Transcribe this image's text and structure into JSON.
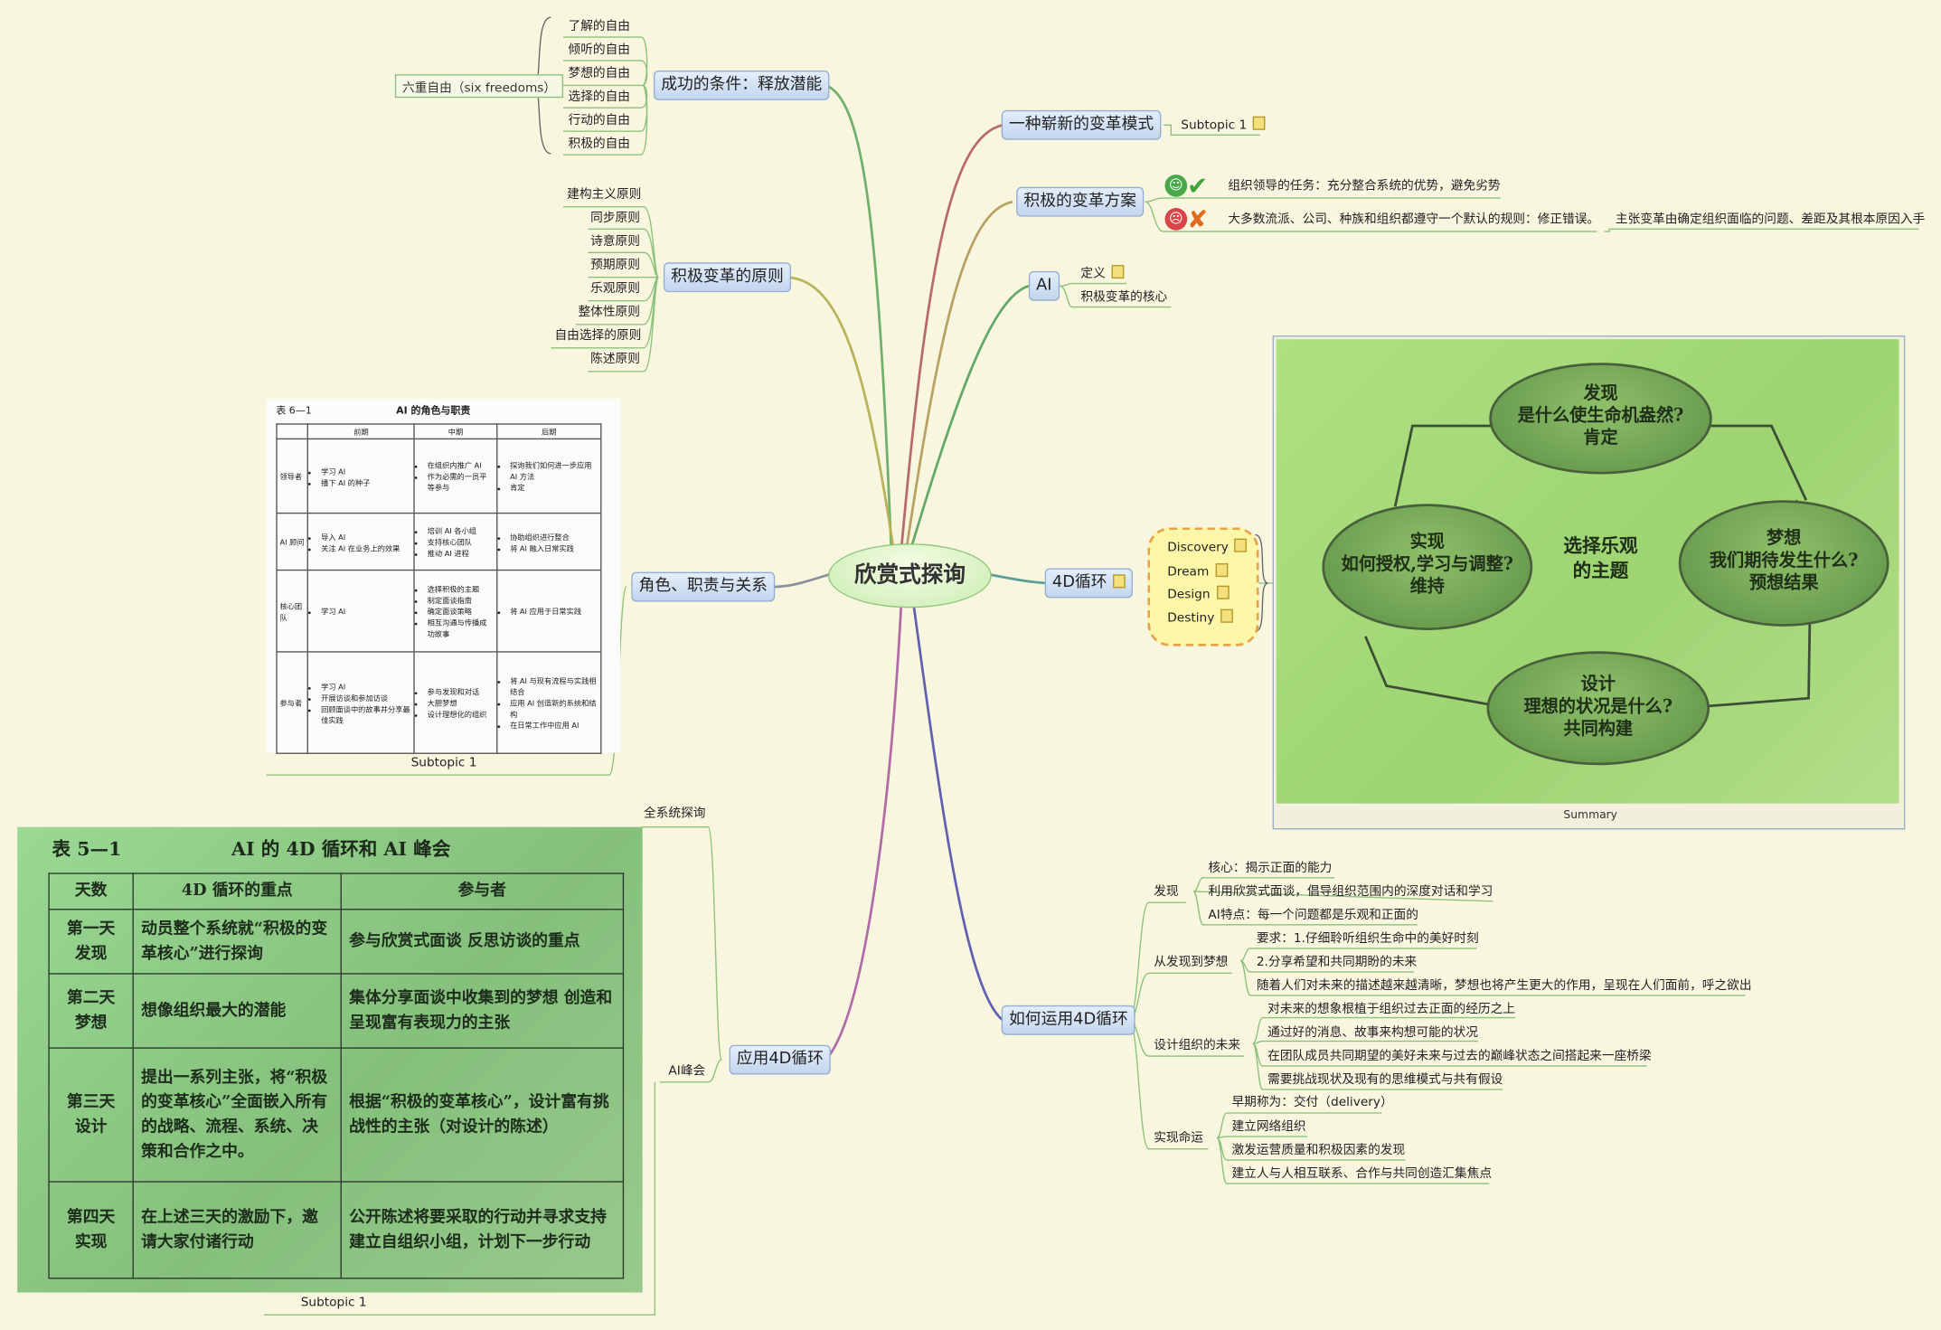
{
  "central": "欣赏式探询",
  "branches": {
    "success_conditions": {
      "label": "成功的条件：释放潜能",
      "freedoms": [
        "了解的自由",
        "倾听的自由",
        "梦想的自由",
        "选择的自由",
        "行动的自由",
        "积极的自由"
      ],
      "summary_label": "六重自由（six freedoms）"
    },
    "principles": {
      "label": "积极变革的原则",
      "items": [
        "建构主义原则",
        "同步原则",
        "诗意原则",
        "预期原则",
        "乐观原则",
        "整体性原则",
        "自由选择的原则",
        "陈述原则"
      ]
    },
    "roles": {
      "label": "角色、职责与关系",
      "subtopic": "Subtopic 1",
      "table": {
        "code": "表 6—1",
        "title": "AI 的角色与职责",
        "headers": [
          "",
          "前期",
          "中期",
          "后期"
        ],
        "rows": [
          {
            "role": "领导者",
            "pre": [
              "学习 AI",
              "播下 AI 的种子"
            ],
            "mid": [
              "在组织内推广 AI",
              "作为必需的一员平等参与"
            ],
            "post": [
              "探询我们如何进一步应用 AI 方法",
              "肯定"
            ]
          },
          {
            "role": "AI 顾问",
            "pre": [
              "导入 AI",
              "关注 AI 在业务上的效果"
            ],
            "mid": [
              "培训 AI 各小组",
              "支持核心团队",
              "推动 AI 进程"
            ],
            "post": [
              "协助组织进行整合",
              "将 AI 融入日常实践"
            ]
          },
          {
            "role": "核心团队",
            "pre": [
              "学习 AI"
            ],
            "mid": [
              "选择积极的主题",
              "制定面谈指南",
              "确定面谈策略",
              "相互沟通与传播成功故事"
            ],
            "post": [
              "将 AI 应用于日常实践"
            ]
          },
          {
            "role": "参与者",
            "pre": [
              "学习 AI",
              "开展访谈和参加访谈",
              "回顾面谈中的故事并分享最佳实践"
            ],
            "mid": [
              "参与发现和对话",
              "大胆梦想",
              "设计理想化的组织"
            ],
            "post": [
              "将 AI 与现有流程与实践相结合",
              "应用 AI 创造新的系统和结构",
              "在日常工作中应用 AI"
            ]
          }
        ]
      }
    },
    "apply4d": {
      "label": "应用4D循环",
      "children": [
        "全系统探询",
        "AI峰会"
      ],
      "subtopic": "Subtopic 1",
      "table": {
        "code": "表 5—1",
        "title": "AI 的 4D 循环和 AI 峰会",
        "headers": [
          "天数",
          "4D 循环的重点",
          "参与者"
        ],
        "rows": [
          {
            "day": "第一天 发现",
            "focus": "动员整个系统就“积极的变革核心”进行探询",
            "people": "参与欣赏式面谈 反思访谈的重点"
          },
          {
            "day": "第二天 梦想",
            "focus": "想像组织最大的潜能",
            "people": "集体分享面谈中收集到的梦想 创造和呈现富有表现力的主张"
          },
          {
            "day": "第三天 设计",
            "focus": "提出一系列主张，将“积极的变革核心”全面嵌入所有的战略、流程、系统、决策和合作之中。",
            "people": "根据“积极的变革核心”，设计富有挑战性的主张（对设计的陈述）"
          },
          {
            "day": "第四天 实现",
            "focus": "在上述三天的激励下，邀请大家付诸行动",
            "people": "公开陈述将要采取的行动并寻求支持建立自组织小组，计划下一步行动"
          }
        ]
      }
    },
    "new_model": {
      "label": "一种崭新的变革模式",
      "child": "Subtopic 1"
    },
    "positive_plan": {
      "label": "积极的变革方案",
      "items": [
        "组织领导的任务：充分整合系统的优势，避免劣势",
        "大多数流派、公司、种族和组织都遵守一个默认的规则：修正错误。"
      ],
      "sub": "主张变革由确定组织面临的问题、差距及其根本原因入手"
    },
    "ai": {
      "label": "AI",
      "items": [
        "定义",
        "积极变革的核心"
      ]
    },
    "cycle4d": {
      "label": "4D循环",
      "items": [
        "Discovery",
        "Dream",
        "Design",
        "Destiny"
      ],
      "summary": "Summary",
      "diagram": {
        "discover": [
          "发现",
          "是什么使生命机盎然?",
          "肯定"
        ],
        "dream": [
          "梦想",
          "我们期待发生什么?",
          "预想结果"
        ],
        "design": [
          "设计",
          "理想的状况是什么?",
          "共同构建"
        ],
        "destiny": [
          "实现",
          "如何授权,学习与调整?",
          "维持"
        ],
        "center": [
          "选择乐观",
          "的主题"
        ]
      }
    },
    "howto": {
      "label": "如何运用4D循环",
      "groups": [
        {
          "label": "发现",
          "items": [
            "核心：揭示正面的能力",
            "利用欣赏式面谈，倡导组织范围内的深度对话和学习",
            "AI特点：每一个问题都是乐观和正面的"
          ]
        },
        {
          "label": "从发现到梦想",
          "items": [
            "要求：1.仔细聆听组织生命中的美好时刻",
            "2.分享希望和共同期盼的未来",
            "随着人们对未来的描述越来越清晰，梦想也将产生更大的作用，呈现在人们面前，呼之欲出"
          ]
        },
        {
          "label": "设计组织的未来",
          "items": [
            "对未来的想象根植于组织过去正面的经历之上",
            "通过好的消息、故事来构想可能的状况",
            "在团队成员共同期望的美好未来与过去的巅峰状态之间搭起来一座桥梁",
            "需要挑战现状及现有的思维模式与共有假设"
          ]
        },
        {
          "label": "实现命运",
          "items": [
            "早期称为：交付（delivery）",
            "建立网络组织",
            "激发运营质量和积极因素的发现",
            "建立人与人相互联系、合作与共同创造汇集焦点"
          ]
        }
      ]
    }
  },
  "colors": {
    "background": "#f9f6df",
    "central_fill": "#d6f2c4",
    "topic_fill": "#c9dbf1",
    "line_accent": "#8cc17d"
  }
}
